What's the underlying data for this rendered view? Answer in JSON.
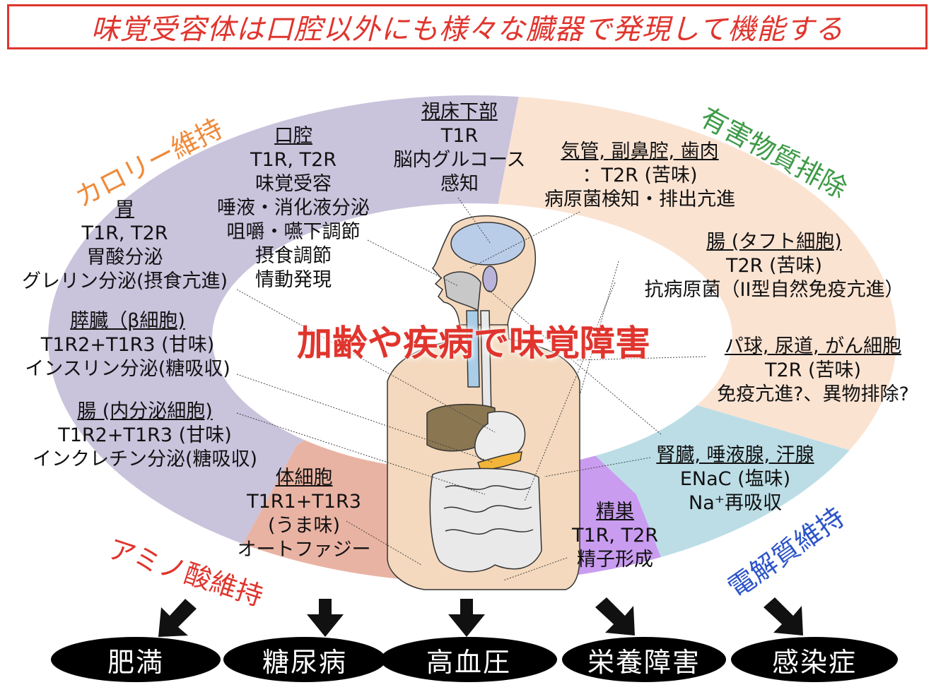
{
  "title": "味覚受容体は口腔以外にも様々な臓器で発現して機能する",
  "center_text": "加齢や疾病で味覚障害",
  "categories": {
    "calorie": "カロリー維持",
    "toxin": "有害物質排除",
    "amino": "アミノ酸維持",
    "electrolyte": "電解質維持"
  },
  "colors": {
    "title_red": "#e0352e",
    "calorie_sector": "#c9c3dc",
    "toxin_sector": "#fbe3d2",
    "amino_sector": "#e9b3a3",
    "electrolyte_sector": "#bcdde6",
    "sperm_sector": "#c99cf0",
    "calorie_text": "#ef8a3a",
    "toxin_text": "#3f9a48",
    "amino_text": "#e0352e",
    "electrolyte_text": "#2d54c8"
  },
  "organs": {
    "hypothalamus": {
      "name": "視床下部",
      "lines": [
        "T1R",
        "脳内グルコース",
        "感知"
      ]
    },
    "oral": {
      "name": "口腔",
      "lines": [
        "T1R, T2R",
        "味覚受容",
        "唾液・消化液分泌",
        "咀嚼・嚥下調節",
        "摂食調節",
        "情動発現"
      ]
    },
    "stomach": {
      "name": "胃",
      "lines": [
        "T1R, T2R",
        "胃酸分泌",
        "グレリン分泌(摂食亢進)"
      ]
    },
    "pancreas": {
      "name": "膵臓（β細胞)",
      "lines": [
        "T1R2+T1R3 (甘味)",
        "インスリン分泌(糖吸収)"
      ]
    },
    "gut_endocrine": {
      "name": "腸 (内分泌細胞)",
      "lines": [
        "T1R2+T1R3 (甘味)",
        "インクレチン分泌(糖吸収)"
      ]
    },
    "somatic": {
      "name": "体細胞",
      "lines": [
        "T1R1+T1R3",
        "(うま味)",
        "オートファジー"
      ]
    },
    "airway": {
      "name": "気管, 副鼻腔, 歯肉",
      "lines": [
        "：T2R (苦味)",
        "病原菌検知・排出亢進"
      ]
    },
    "gut_tuft": {
      "name": "腸 (タフト細胞)",
      "lines": [
        "T2R (苦味)",
        "抗病原菌（II型自然免疫亢進）"
      ]
    },
    "lymph": {
      "name": "パ球, 尿道, がん細胞",
      "lines": [
        "T2R (苦味)",
        "免疫亢進?、異物排除?"
      ]
    },
    "kidney": {
      "name": "腎臓, 唾液腺, 汗腺",
      "lines": [
        "ENaC (塩味)",
        "Na⁺再吸収"
      ]
    },
    "testis": {
      "name": "精巣",
      "lines": [
        "T1R, T2R",
        "精子形成"
      ]
    }
  },
  "diseases": [
    "肥満",
    "糖尿病",
    "高血圧",
    "栄養障害",
    "感染症"
  ]
}
